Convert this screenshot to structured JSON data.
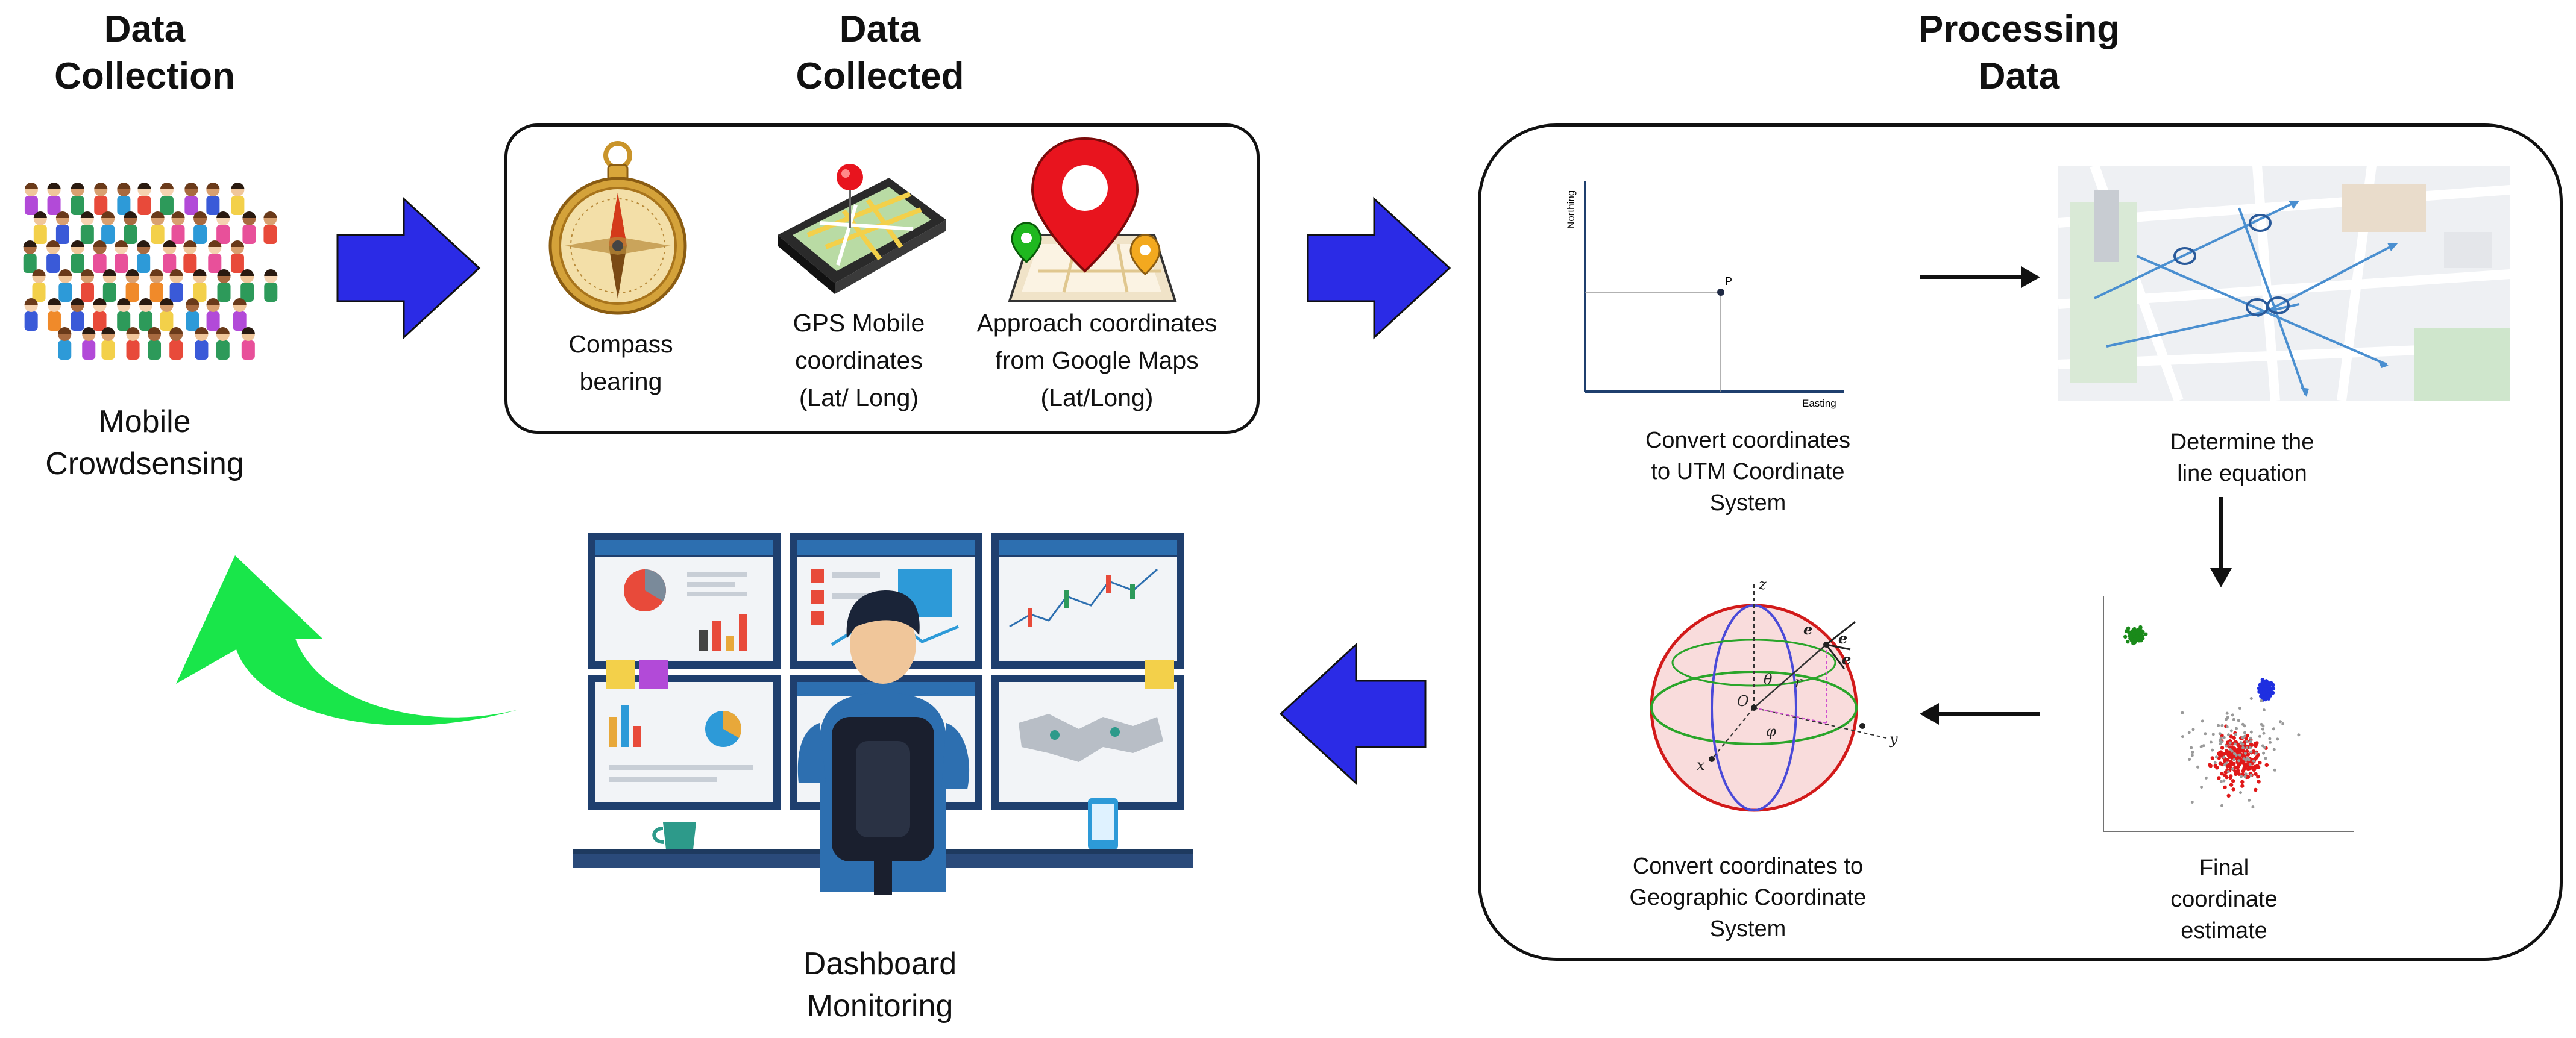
{
  "headings": {
    "collection_l1": "Data",
    "collection_l2": "Collection",
    "collected_l1": "Data",
    "collected_l2": "Collected",
    "processing_l1": "Processing",
    "processing_l2": "Data"
  },
  "crowd": {
    "label_l1": "Mobile",
    "label_l2": "Crowdsensing"
  },
  "collected_items": {
    "compass": {
      "l1": "Compass",
      "l2": "bearing"
    },
    "gps": {
      "l1": "GPS Mobile",
      "l2": "coordinates",
      "l3": "(Lat/ Long)"
    },
    "maps": {
      "l1": "Approach coordinates",
      "l2": "from Google Maps",
      "l3": "(Lat/Long)"
    }
  },
  "processing_steps": {
    "utm": {
      "l1": "Convert coordinates",
      "l2": "to UTM Coordinate",
      "l3": "System",
      "y_axis": "Northing",
      "x_axis": "Easting",
      "point": "P"
    },
    "line": {
      "l1": "Determine the",
      "l2": "line equation"
    },
    "final": {
      "l1": "Final",
      "l2": "coordinate",
      "l3": "estimate"
    },
    "geo": {
      "l1": "Convert coordinates to",
      "l2": "Geographic Coordinate",
      "l3": "System",
      "lbl_z": "z",
      "lbl_y": "y",
      "lbl_x": "x",
      "lbl_o": "O",
      "lbl_r": "r",
      "lbl_theta": "θ",
      "lbl_phi": "φ",
      "lbl_er": "e",
      "lbl_ephi": "e",
      "lbl_etheta": "e"
    }
  },
  "dashboard": {
    "label_l1": "Dashboard",
    "label_l2": "Monitoring"
  },
  "colors": {
    "flow_arrow": "#2b2be6",
    "feedback_arrow": "#19e64a",
    "cluster_green": "#1a8a1a",
    "cluster_blue": "#1f2fe0",
    "cluster_red": "#e01818",
    "noise_gray": "#9a9a9a"
  }
}
